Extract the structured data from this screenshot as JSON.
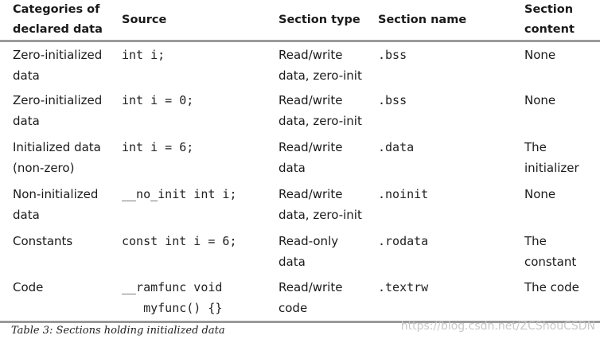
{
  "headers": [
    "Categories of declared data",
    "Source",
    "Section type",
    "Section name",
    "Section content"
  ],
  "rows": [
    {
      "category": "Zero-initialized data",
      "source": [
        "int i;"
      ],
      "section_type": "Read/write data, zero-init",
      "section_name": ".bss",
      "section_content": "None"
    },
    {
      "category": "Zero-initialized data",
      "source": [
        "int i = 0;"
      ],
      "section_type": "Read/write data, zero-init",
      "section_name": ".bss",
      "section_content": "None"
    },
    {
      "category": "Initialized data (non-zero)",
      "source": [
        "int i = 6;"
      ],
      "section_type": "Read/write data",
      "section_name": ".data",
      "section_content": "The initializer"
    },
    {
      "category": "Non-initialized data",
      "source": [
        "__no_init int i;"
      ],
      "section_type": "Read/write data, zero-init",
      "section_name": ".noinit",
      "section_content": "None"
    },
    {
      "category": "Constants",
      "source": [
        "const int i = 6;"
      ],
      "section_type": "Read-only data",
      "section_name": ".rodata",
      "section_content": "The constant"
    },
    {
      "category": "Code",
      "source": [
        "__ramfunc void",
        "   myfunc() {}"
      ],
      "section_type": "Read/write code",
      "section_name": ".textrw",
      "section_content": "The code"
    }
  ],
  "caption": "Table 3: Sections holding initialized data",
  "watermark": "https://blog.csdn.net/ZCShouCSDN"
}
